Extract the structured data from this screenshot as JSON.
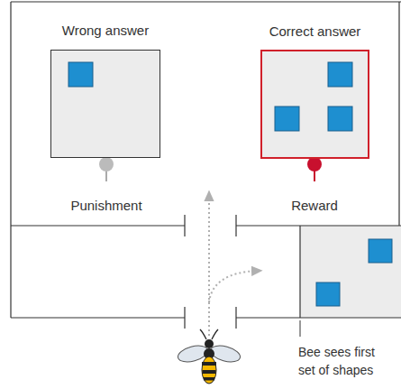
{
  "diagram": {
    "nodes": [
      {
        "text": [
          "Wrong answer"
        ]
      },
      {
        "text": [
          "Correct answer"
        ]
      }
    ],
    "labels": [
      "Punishment",
      "Reward",
      "Bee sees first set of shapes"
    ]
  }
}
